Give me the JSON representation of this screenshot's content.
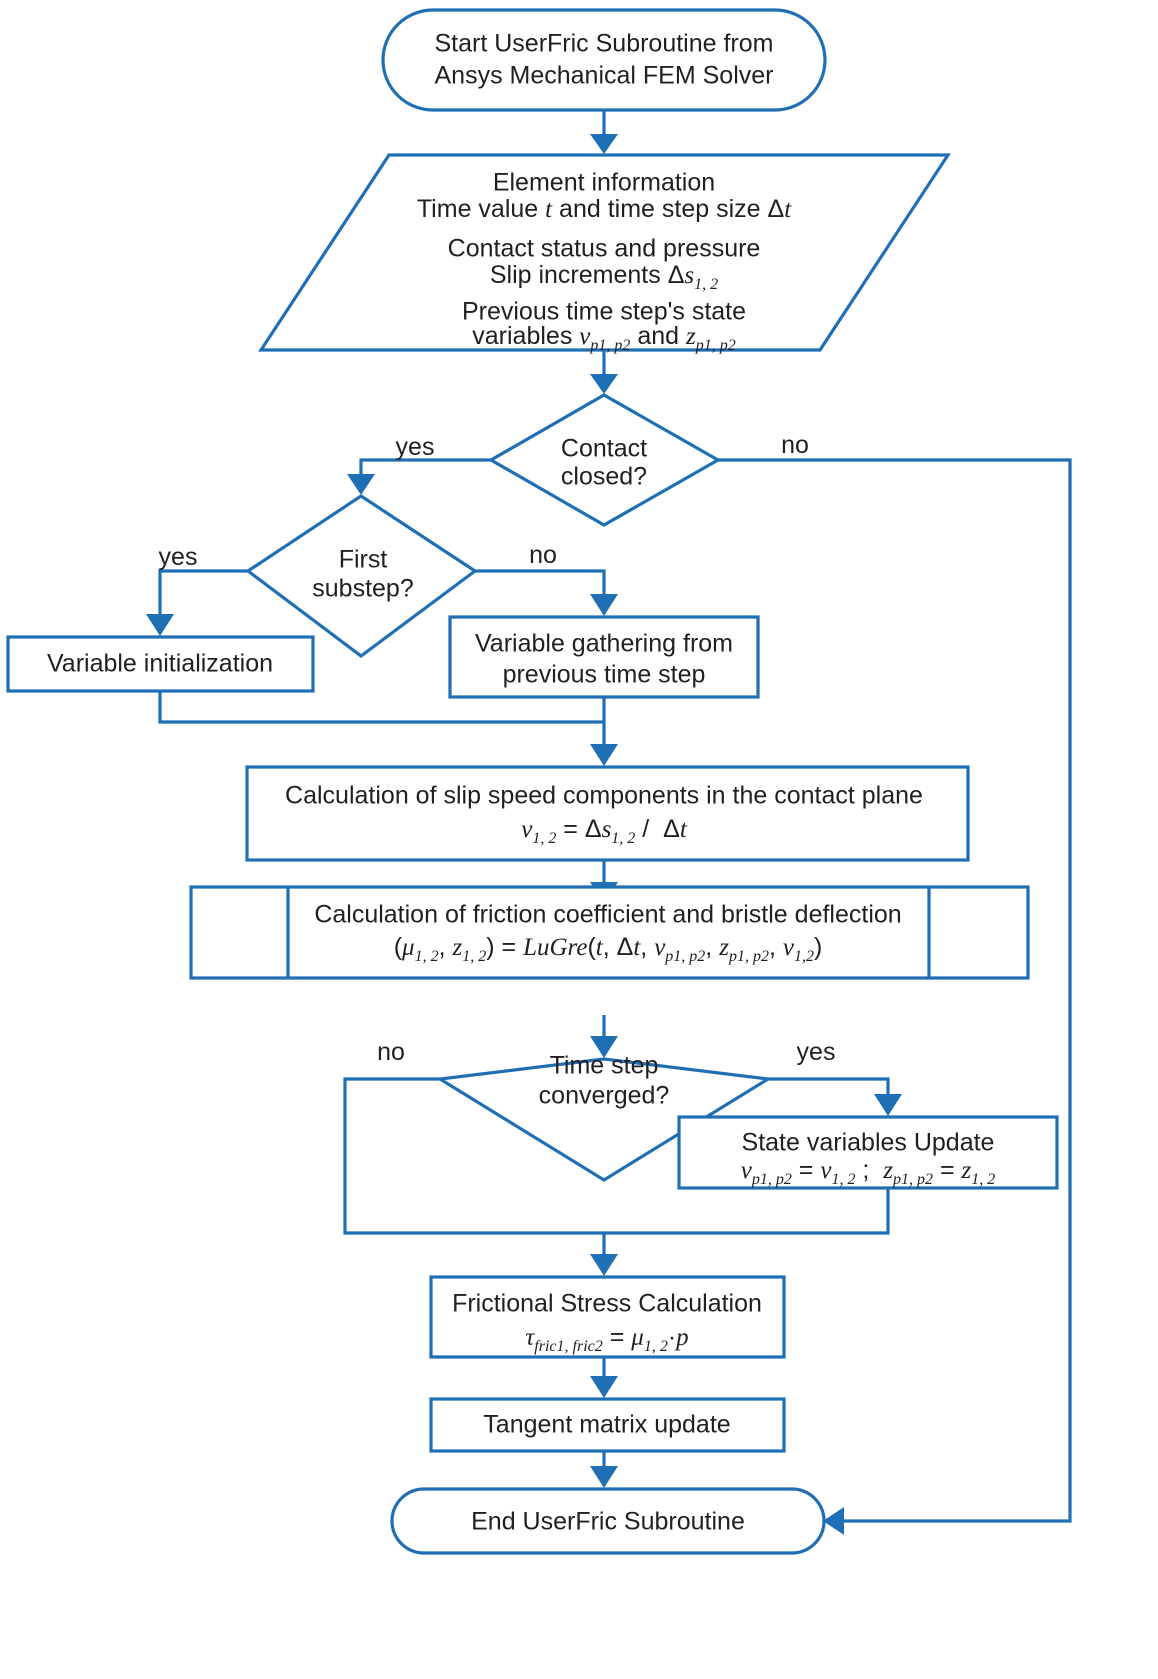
{
  "diagram": {
    "title": "UserFric Subroutine flowchart",
    "accent_color": "#1F6FB5",
    "text_color": "#231f20",
    "background": "#ffffff"
  },
  "nodes": {
    "start": {
      "type": "terminator",
      "line1": "Start UserFric Subroutine from",
      "line2": "Ansys Mechanical FEM Solver"
    },
    "input": {
      "type": "input-parallelogram",
      "line1": "Element information",
      "line2_pre": "Time value ",
      "line2_var": "t",
      "line2_mid": " and time step size ",
      "line2_delta": "Δ",
      "line2_var2": "t",
      "line3": "Contact status and pressure",
      "line4_pre": "Slip increments ",
      "line4_delta": "Δ",
      "line4_var": "s",
      "line4_sub": "1, 2",
      "line5": "Previous time step's state",
      "line6_pre": "variables ",
      "line6_var1": "v",
      "line6_sub1": "p1, p2",
      "line6_mid": " and  ",
      "line6_var2": "z",
      "line6_sub2": "p1, p2"
    },
    "contact_closed": {
      "type": "decision",
      "line1": "Contact",
      "line2": "closed?",
      "yes_label": "yes",
      "no_label": "no"
    },
    "first_substep": {
      "type": "decision",
      "line1": "First",
      "line2": "substep?",
      "yes_label": "yes",
      "no_label": "no"
    },
    "var_init": {
      "type": "process",
      "line1": "Variable initialization"
    },
    "var_gather": {
      "type": "process",
      "line1": "Variable gathering from",
      "line2": "previous time step"
    },
    "slip_speed": {
      "type": "process",
      "line1": "Calculation of slip speed components in the contact plane",
      "formula_var1": "v",
      "formula_sub1": "1, 2",
      "formula_eq": "=",
      "formula_delta1": "Δ",
      "formula_var2": "s",
      "formula_sub2": "1, 2",
      "formula_slash": "/",
      "formula_delta2": "Δ",
      "formula_var3": "t"
    },
    "lugre": {
      "type": "predefined-process",
      "line1": "Calculation of friction coefficient and bristle deflection",
      "formula_open": "(",
      "formula_mu": "μ",
      "formula_mu_sub": "1, 2",
      "formula_comma1": ",",
      "formula_z": "z",
      "formula_z_sub": "1, 2",
      "formula_close": ")",
      "formula_eq": "=",
      "formula_fn": "LuGre",
      "formula_args_open": "(",
      "formula_t": "t",
      "formula_comma2": ",",
      "formula_delta": "Δ",
      "formula_dt": "t",
      "formula_comma3": ",",
      "formula_vp": "v",
      "formula_vp_sub": "p1, p2",
      "formula_comma4": ",",
      "formula_zp": "z",
      "formula_zp_sub": "p1, p2",
      "formula_comma5": ",",
      "formula_v12": "v",
      "formula_v12_sub": "1,2",
      "formula_args_close": ")"
    },
    "converged": {
      "type": "decision",
      "line1": "Time step",
      "line2": "converged?",
      "yes_label": "yes",
      "no_label": "no"
    },
    "state_update": {
      "type": "process",
      "line1": "State variables Update",
      "formula_v": "v",
      "formula_v_sub": "p1, p2",
      "formula_eq1": "=",
      "formula_v2": "v",
      "formula_v2_sub": "1, 2",
      "formula_semi": ";",
      "formula_z": "z",
      "formula_z_sub": "p1, p2",
      "formula_eq2": "=",
      "formula_z2": "z",
      "formula_z2_sub": "1, 2"
    },
    "frictional_stress": {
      "type": "process",
      "line1": "Frictional Stress Calculation",
      "formula_tau": "τ",
      "formula_tau_sub": "fric1, fric2",
      "formula_eq": "=",
      "formula_mu": "μ",
      "formula_mu_sub": "1, 2",
      "formula_dot": "·",
      "formula_p": "p"
    },
    "tangent_matrix": {
      "type": "process",
      "line1": "Tangent matrix update"
    },
    "end": {
      "type": "terminator",
      "line1": "End UserFric Subroutine"
    }
  },
  "edges": [
    {
      "from": "start",
      "to": "input",
      "label": ""
    },
    {
      "from": "input",
      "to": "contact_closed",
      "label": ""
    },
    {
      "from": "contact_closed",
      "to": "first_substep",
      "label": "yes"
    },
    {
      "from": "contact_closed",
      "to": "end",
      "label": "no"
    },
    {
      "from": "first_substep",
      "to": "var_init",
      "label": "yes"
    },
    {
      "from": "first_substep",
      "to": "var_gather",
      "label": "no"
    },
    {
      "from": "var_init",
      "to": "slip_speed",
      "label": ""
    },
    {
      "from": "var_gather",
      "to": "slip_speed",
      "label": ""
    },
    {
      "from": "slip_speed",
      "to": "lugre",
      "label": ""
    },
    {
      "from": "lugre",
      "to": "converged",
      "label": ""
    },
    {
      "from": "converged",
      "to": "state_update",
      "label": "yes"
    },
    {
      "from": "converged",
      "to": "frictional_stress",
      "label": "no"
    },
    {
      "from": "state_update",
      "to": "frictional_stress",
      "label": ""
    },
    {
      "from": "frictional_stress",
      "to": "tangent_matrix",
      "label": ""
    },
    {
      "from": "tangent_matrix",
      "to": "end",
      "label": ""
    }
  ]
}
